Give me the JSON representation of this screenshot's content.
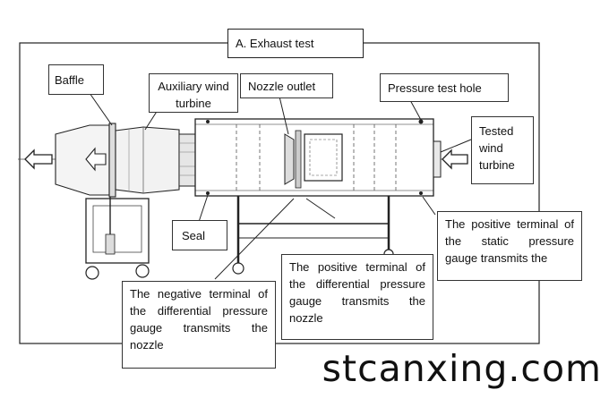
{
  "frame_title": "A. Exhaust test",
  "labels": {
    "baffle": "Baffle",
    "auxiliary": "Auxiliary wind turbine",
    "nozzle_outlet": "Nozzle outlet",
    "pressure_hole": "Pressure test hole",
    "tested": "Tested wind turbine",
    "seal": "Seal",
    "static_positive": "The positive terminal of the static pressure gauge transmits the",
    "diff_positive": "The positive terminal of the differential pressure gauge transmits the nozzle",
    "diff_negative": "The negative terminal of the differential pressure gauge transmits the nozzle"
  },
  "watermark": "stcanxing.com"
}
